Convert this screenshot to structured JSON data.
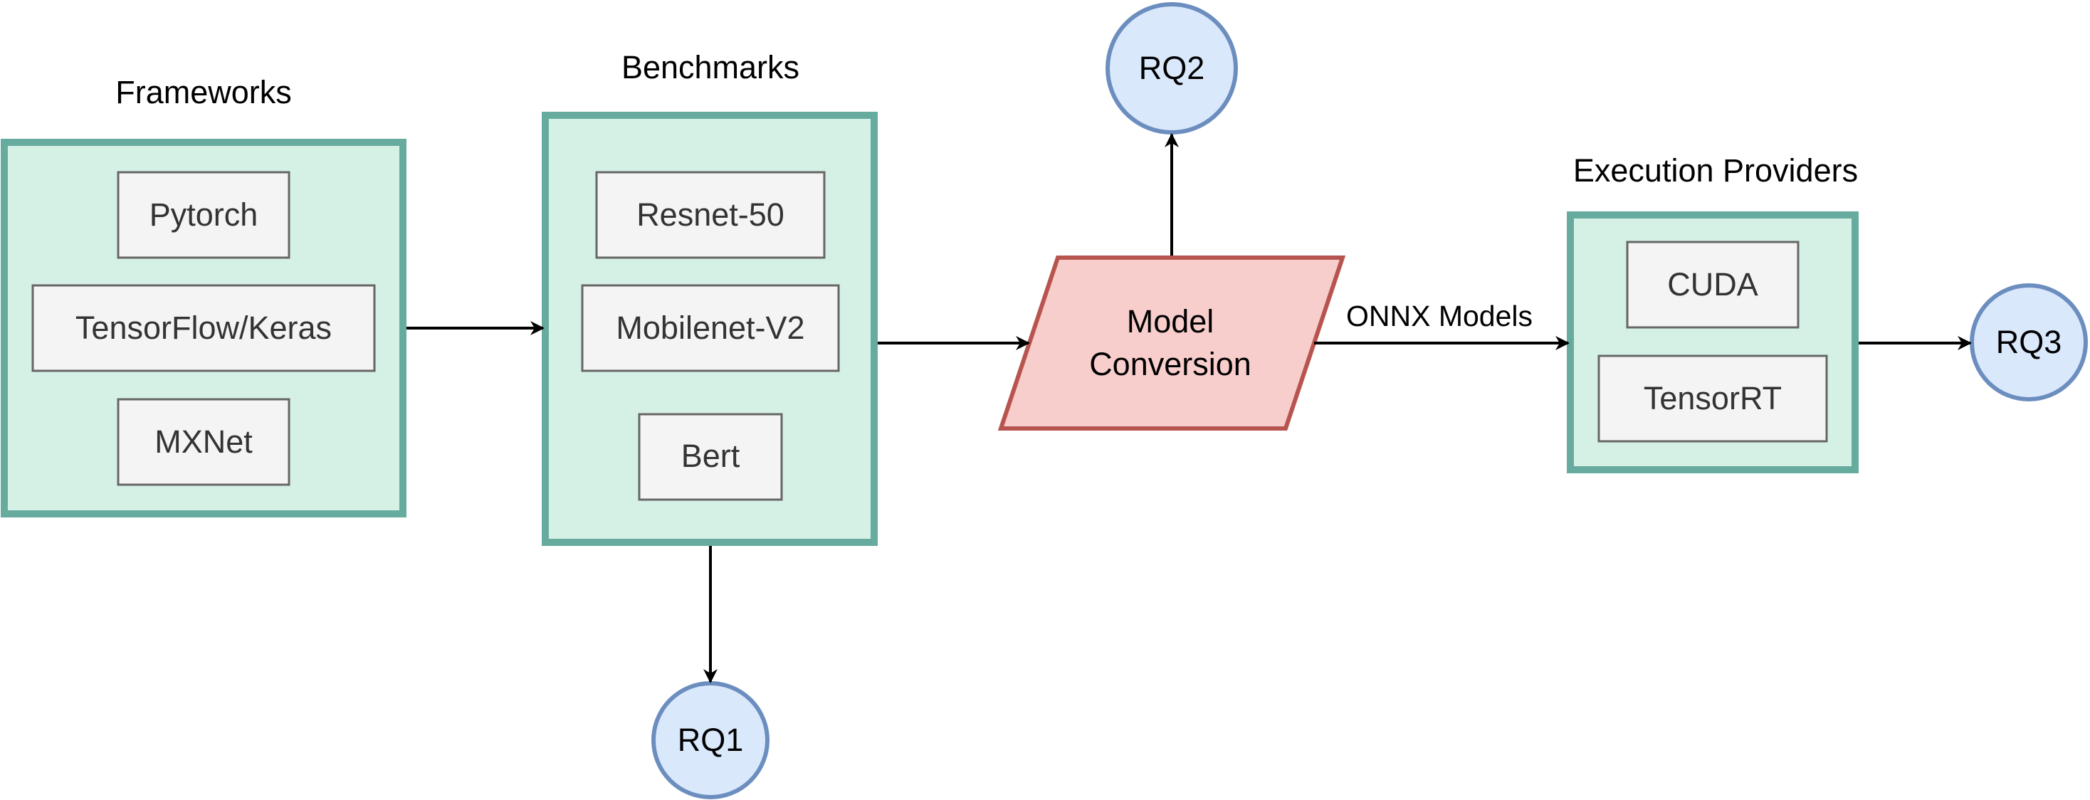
{
  "colors": {
    "group_fill": "#d5f1e6",
    "group_stroke": "#67ab9f",
    "item_fill": "#f4f4f4",
    "item_stroke": "#666666",
    "rq_fill": "#dae8fc",
    "rq_stroke": "#6c8ebf",
    "conversion_fill": "#f8cecc",
    "conversion_stroke": "#b85450",
    "arrow": "#000000"
  },
  "frameworks": {
    "title": "Frameworks",
    "items": [
      "Pytorch",
      "TensorFlow/Keras",
      "MXNet"
    ]
  },
  "benchmarks": {
    "title": "Benchmarks",
    "items": [
      "Resnet-50",
      "Mobilenet-V2",
      "Bert"
    ]
  },
  "conversion": {
    "line1": "Model",
    "line2": "Conversion"
  },
  "edge_label": "ONNX Models",
  "execution_providers": {
    "title": "Execution Providers",
    "items": [
      "CUDA",
      "TensorRT"
    ]
  },
  "research_questions": {
    "rq1": "RQ1",
    "rq2": "RQ2",
    "rq3": "RQ3"
  }
}
